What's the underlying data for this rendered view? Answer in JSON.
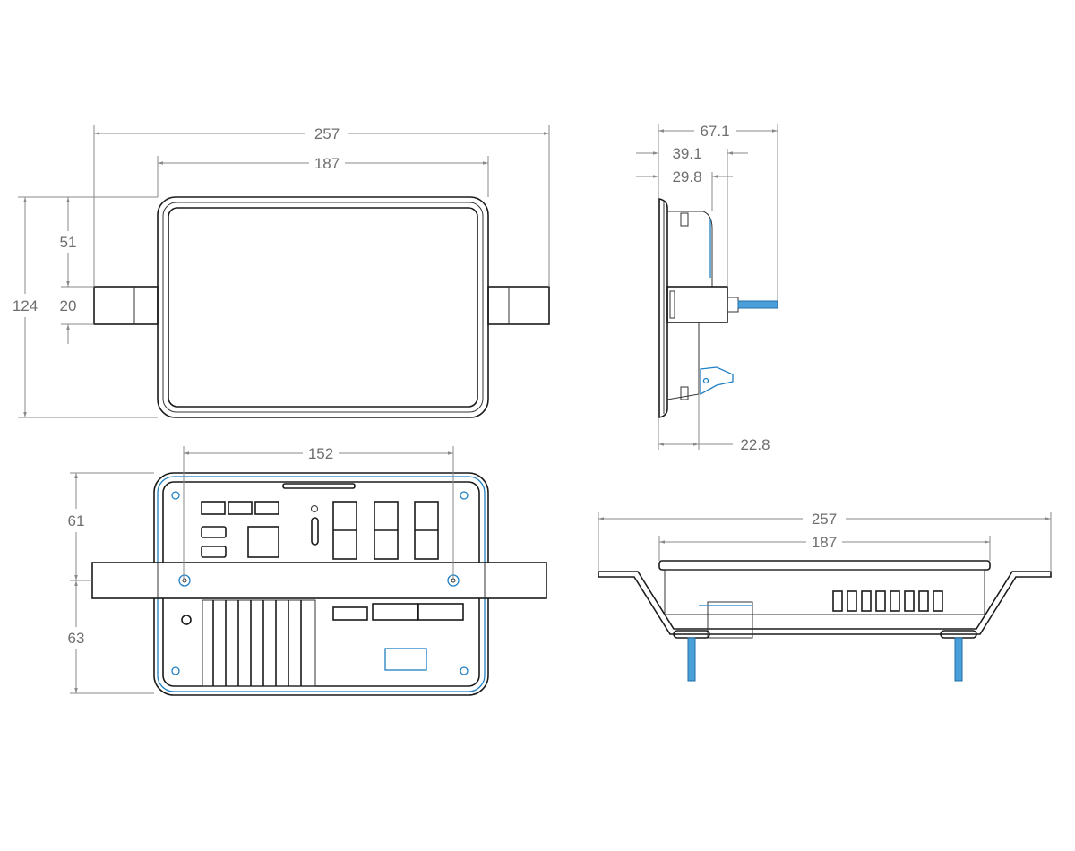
{
  "title": "Enclosure dimensional drawing",
  "front_view": {
    "overall_width": "257",
    "body_width": "187",
    "overall_height": "124",
    "top_to_bar": "51",
    "bar_height": "20"
  },
  "side_view": {
    "overall_depth": "67.1",
    "depth_to_bracket": "39.1",
    "body_depth": "29.8",
    "rear_depth": "22.8"
  },
  "rear_view": {
    "mount_spacing": "152",
    "upper_height": "61",
    "lower_height": "63"
  },
  "bottom_view": {
    "overall_width": "257",
    "body_width": "187"
  },
  "colors": {
    "outline": "#1a1a1a",
    "dimension": "#8a8a8a",
    "highlight": "#1f7fc4"
  }
}
